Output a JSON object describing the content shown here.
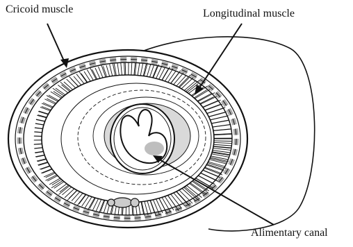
{
  "labels": {
    "cricoid": "Cricoid muscle",
    "longitudinal": "Longitudinal muscle",
    "alimentary": "Alimentary canal"
  },
  "colors": {
    "ink": "#111111",
    "background": "#ffffff"
  }
}
